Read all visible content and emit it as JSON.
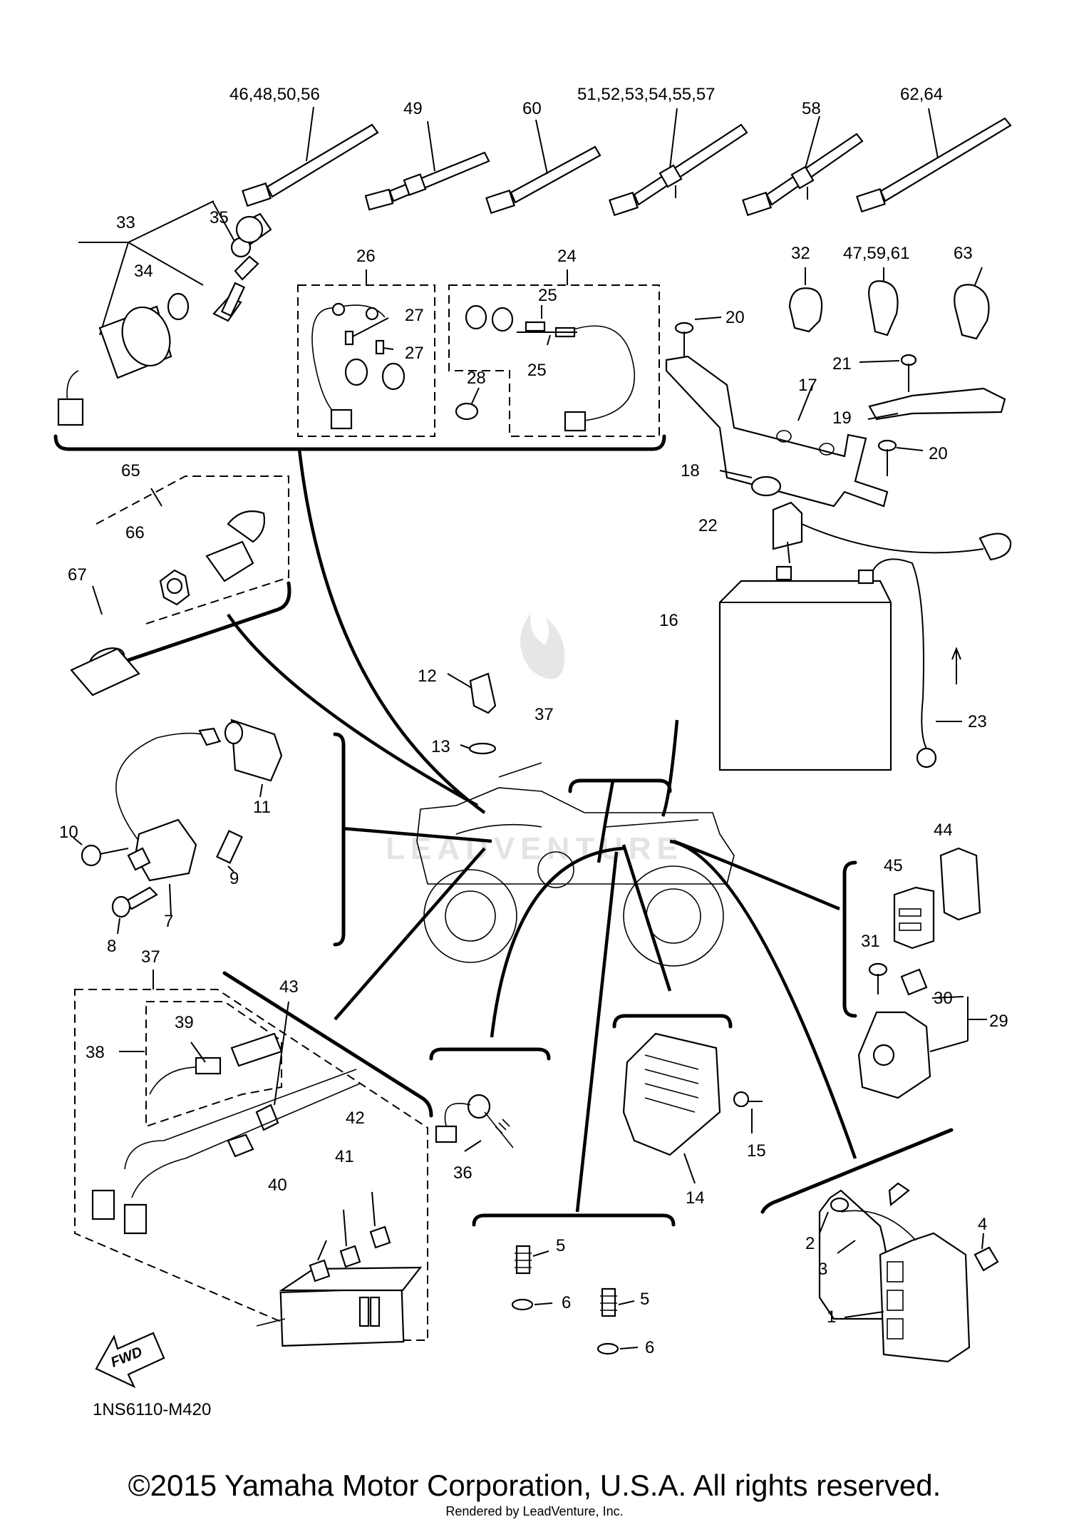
{
  "callouts": [
    {
      "id": "c1",
      "text": "46,48,50,56"
    },
    {
      "id": "c2",
      "text": "49"
    },
    {
      "id": "c3",
      "text": "60"
    },
    {
      "id": "c4",
      "text": "51,52,53,54,55,57"
    },
    {
      "id": "c5",
      "text": "58"
    },
    {
      "id": "c6",
      "text": "62,64"
    },
    {
      "id": "c7",
      "text": "33"
    },
    {
      "id": "c8",
      "text": "34"
    },
    {
      "id": "c9",
      "text": "35"
    },
    {
      "id": "c10",
      "text": "26"
    },
    {
      "id": "c11",
      "text": "27"
    },
    {
      "id": "c12",
      "text": "27"
    },
    {
      "id": "c13",
      "text": "24"
    },
    {
      "id": "c14",
      "text": "25"
    },
    {
      "id": "c15",
      "text": "25"
    },
    {
      "id": "c16",
      "text": "28"
    },
    {
      "id": "c17",
      "text": "20"
    },
    {
      "id": "c18",
      "text": "32"
    },
    {
      "id": "c19",
      "text": "47,59,61"
    },
    {
      "id": "c20",
      "text": "63"
    },
    {
      "id": "c21",
      "text": "21"
    },
    {
      "id": "c22",
      "text": "17"
    },
    {
      "id": "c23",
      "text": "19"
    },
    {
      "id": "c24",
      "text": "20"
    },
    {
      "id": "c25",
      "text": "18"
    },
    {
      "id": "c26",
      "text": "22"
    },
    {
      "id": "c27",
      "text": "16"
    },
    {
      "id": "c28",
      "text": "23"
    },
    {
      "id": "c29",
      "text": "65"
    },
    {
      "id": "c30",
      "text": "66"
    },
    {
      "id": "c31",
      "text": "67"
    },
    {
      "id": "c32",
      "text": "12"
    },
    {
      "id": "c33",
      "text": "13"
    },
    {
      "id": "c34",
      "text": "37"
    },
    {
      "id": "c35",
      "text": "11"
    },
    {
      "id": "c36",
      "text": "10"
    },
    {
      "id": "c37",
      "text": "9"
    },
    {
      "id": "c38",
      "text": "7"
    },
    {
      "id": "c39",
      "text": "8"
    },
    {
      "id": "c40",
      "text": "44"
    },
    {
      "id": "c41",
      "text": "45"
    },
    {
      "id": "c42",
      "text": "31"
    },
    {
      "id": "c43",
      "text": "30"
    },
    {
      "id": "c44",
      "text": "29"
    },
    {
      "id": "c45",
      "text": "37"
    },
    {
      "id": "c46",
      "text": "38"
    },
    {
      "id": "c47",
      "text": "39"
    },
    {
      "id": "c48",
      "text": "43"
    },
    {
      "id": "c49",
      "text": "42"
    },
    {
      "id": "c50",
      "text": "41"
    },
    {
      "id": "c51",
      "text": "40"
    },
    {
      "id": "c52",
      "text": "36"
    },
    {
      "id": "c53",
      "text": "15"
    },
    {
      "id": "c54",
      "text": "14"
    },
    {
      "id": "c55",
      "text": "5"
    },
    {
      "id": "c56",
      "text": "6"
    },
    {
      "id": "c57",
      "text": "5"
    },
    {
      "id": "c58",
      "text": "6"
    },
    {
      "id": "c59",
      "text": "4"
    },
    {
      "id": "c60",
      "text": "2"
    },
    {
      "id": "c61",
      "text": "3"
    },
    {
      "id": "c62",
      "text": "1"
    }
  ],
  "fwd_label": "FWD",
  "diagram_code": "1NS6110-M420",
  "watermark_text": "LEADVENTURE",
  "copyright": "©2015 Yamaha Motor Corporation, U.S.A. All rights reserved.",
  "rendered_by": "Rendered by LeadVenture, Inc."
}
